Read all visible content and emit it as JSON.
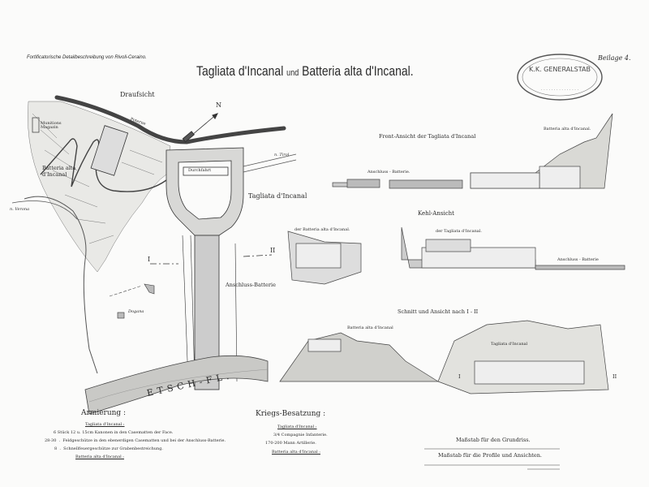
{
  "header": {
    "series_note": "Fortificatorische Detailbeschreibung von Rivoli-Ceraino.",
    "title_part1": "Tagliata d'Incanal",
    "title_und": "und",
    "title_part2": "Batteria alta d'Incanal.",
    "appendix": "Beilage 4.",
    "stamp_text": "K.K. GENERALSTAB"
  },
  "plan": {
    "heading": "Draufsicht",
    "north": "N",
    "poterne": "Poterne",
    "magazine": "Munitions Magazin",
    "batteria": "Batteria alta d'Incanal",
    "to_verona": "n. Verona",
    "to_tirol": "n. Tirol",
    "durchfahrt": "Durchfahrt",
    "tagliata": "Tagliata d'Incanal",
    "section_I": "I",
    "section_II": "II",
    "anschluss": "Anschluss-Batterie",
    "dogana": "Dogana",
    "river": "ETSCH-FL."
  },
  "views": {
    "front_title": "Front-Ansicht der Tagliata d'Incanal",
    "front_batteria": "Batteria alta d'Incanal.",
    "front_anschluss": "Anschluss - Batterie.",
    "kehl_title": "Kehl-Ansicht",
    "kehl_tagliata": "der Tagliata d'Incanal.",
    "kehl_batteria": "der Batteria alta d'Incanal.",
    "kehl_anschluss": "Anschluss - Batterie",
    "section_title": "Schnitt und Ansicht nach I - II",
    "section_batteria": "Batteria alta d'Incanal",
    "section_tagliata": "Tagliata d'Incanal",
    "section_I": "I",
    "section_II": "II"
  },
  "armierung": {
    "heading": "Armierung :",
    "sub1": "Tagliata d'Incanal :",
    "rows": [
      {
        "qty": "",
        "text": "6 Stück 12 u. 15cm Kanonen in den Casematten der Face."
      },
      {
        "qty": "28-30",
        "text": "Feldgeschütze in den ebenerdigen Casematten und bei der Anschluss-Batterie."
      },
      {
        "qty": "8",
        "text": "Schnellfeuergeschütze zur Grabenbestreichung."
      }
    ],
    "sub2": "Batteria alta d'Incanal :"
  },
  "besatzung": {
    "heading": "Kriegs-Besatzung :",
    "sub1": "Tagliata d'Incanal :",
    "rows": [
      "3/4 Compagnie Infanterie.",
      "170-200 Mann Artillerie."
    ],
    "sub2": "Batteria alta d'Incanal :"
  },
  "scales": {
    "plan_label": "Maßstab für den Grundriss.",
    "profile_label": "Maßstab für die Profile und Ansichten."
  }
}
